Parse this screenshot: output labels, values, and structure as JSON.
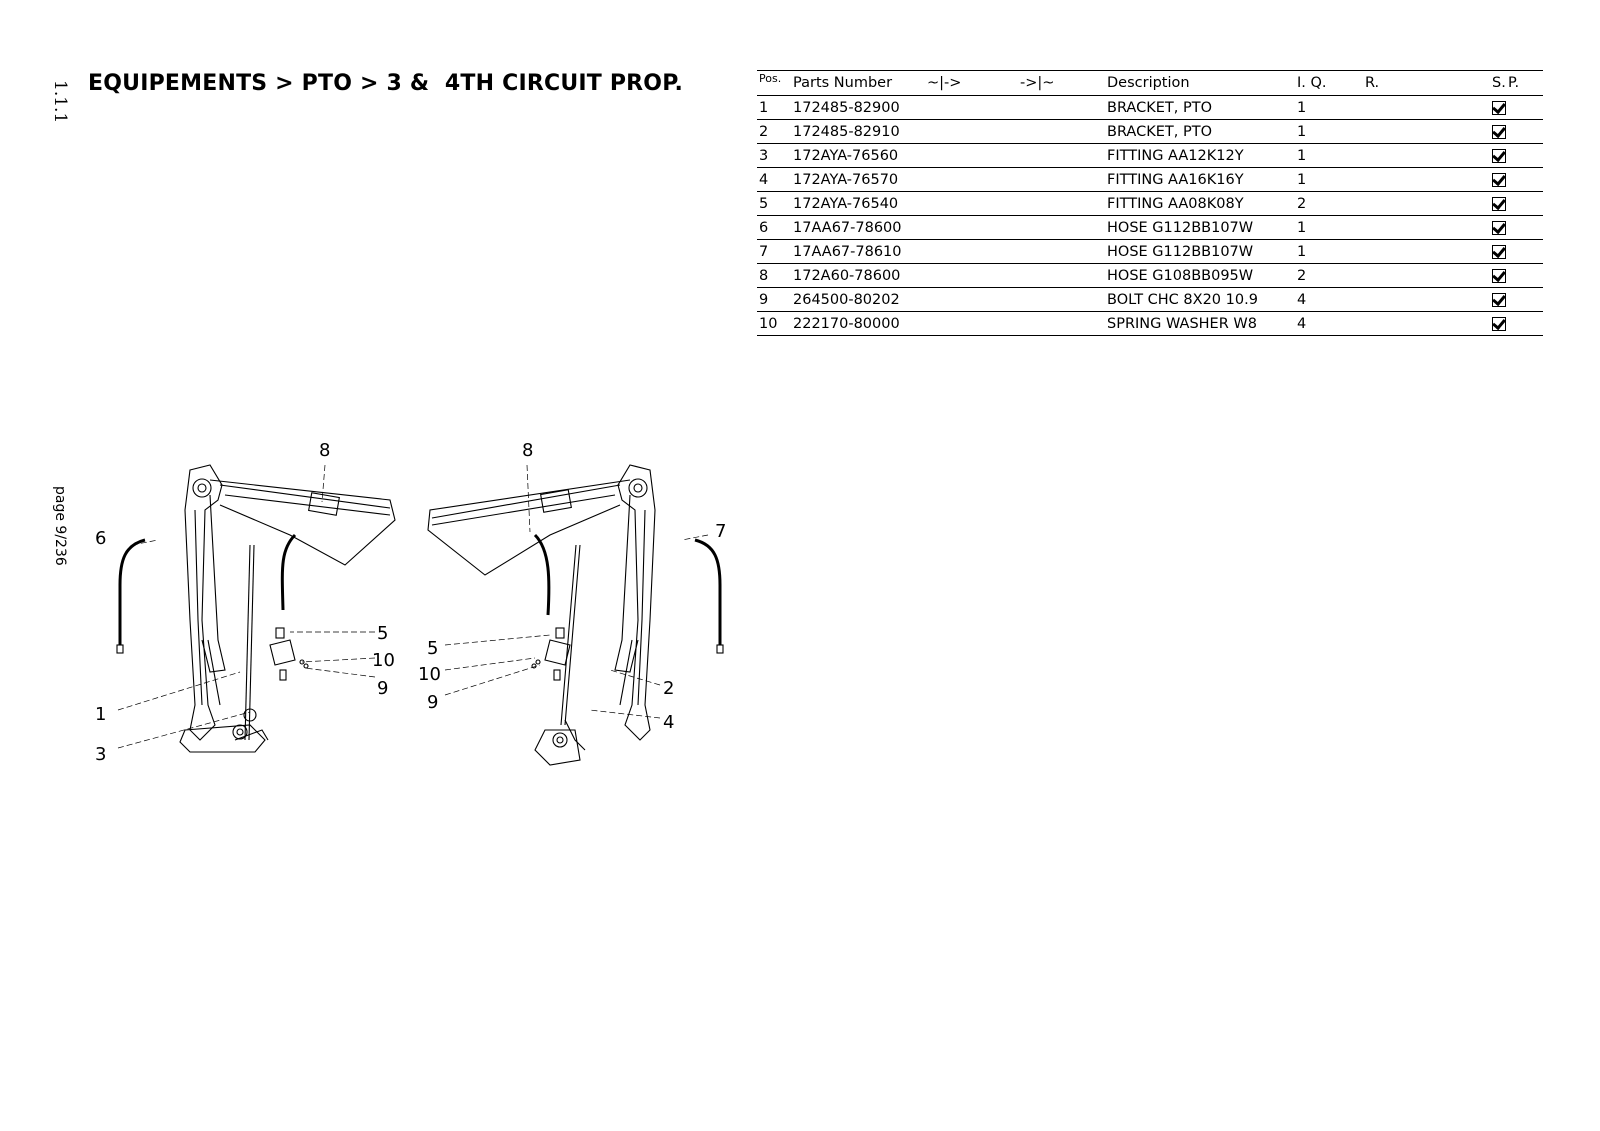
{
  "page": {
    "section_number": "1.1.1",
    "title": "EQUIPEMENTS > PTO > 3 &  4TH CIRCUIT PROP.",
    "page_label": "page 9/236"
  },
  "table": {
    "headers": {
      "pos": "Pos.",
      "parts_number": "Parts Number",
      "from": "~|->",
      "to": "->|~",
      "description": "Description",
      "iq": "I. Q.",
      "r": "R.",
      "s": "S.",
      "p": "P."
    },
    "rows": [
      {
        "pos": "1",
        "part": "172485-82900",
        "desc": "BRACKET, PTO",
        "qty": "1"
      },
      {
        "pos": "2",
        "part": "172485-82910",
        "desc": "BRACKET, PTO",
        "qty": "1"
      },
      {
        "pos": "3",
        "part": "172AYA-76560",
        "desc": "FITTING AA12K12Y",
        "qty": "1"
      },
      {
        "pos": "4",
        "part": "172AYA-76570",
        "desc": "FITTING AA16K16Y",
        "qty": "1"
      },
      {
        "pos": "5",
        "part": "172AYA-76540",
        "desc": "FITTING AA08K08Y",
        "qty": "2"
      },
      {
        "pos": "6",
        "part": "17AA67-78600",
        "desc": "HOSE G112BB107W",
        "qty": "1"
      },
      {
        "pos": "7",
        "part": "17AA67-78610",
        "desc": "HOSE G112BB107W",
        "qty": "1"
      },
      {
        "pos": "8",
        "part": "172A60-78600",
        "desc": "HOSE G108BB095W",
        "qty": "2"
      },
      {
        "pos": "9",
        "part": "264500-80202",
        "desc": "BOLT CHC 8X20 10.9",
        "qty": "4"
      },
      {
        "pos": "10",
        "part": "222170-80000",
        "desc": "SPRING WASHER W8",
        "qty": "4"
      }
    ]
  },
  "diagram": {
    "callouts": [
      "8",
      "6",
      "5",
      "10",
      "9",
      "1",
      "3",
      "8",
      "7",
      "5",
      "10",
      "9",
      "2",
      "4"
    ]
  }
}
